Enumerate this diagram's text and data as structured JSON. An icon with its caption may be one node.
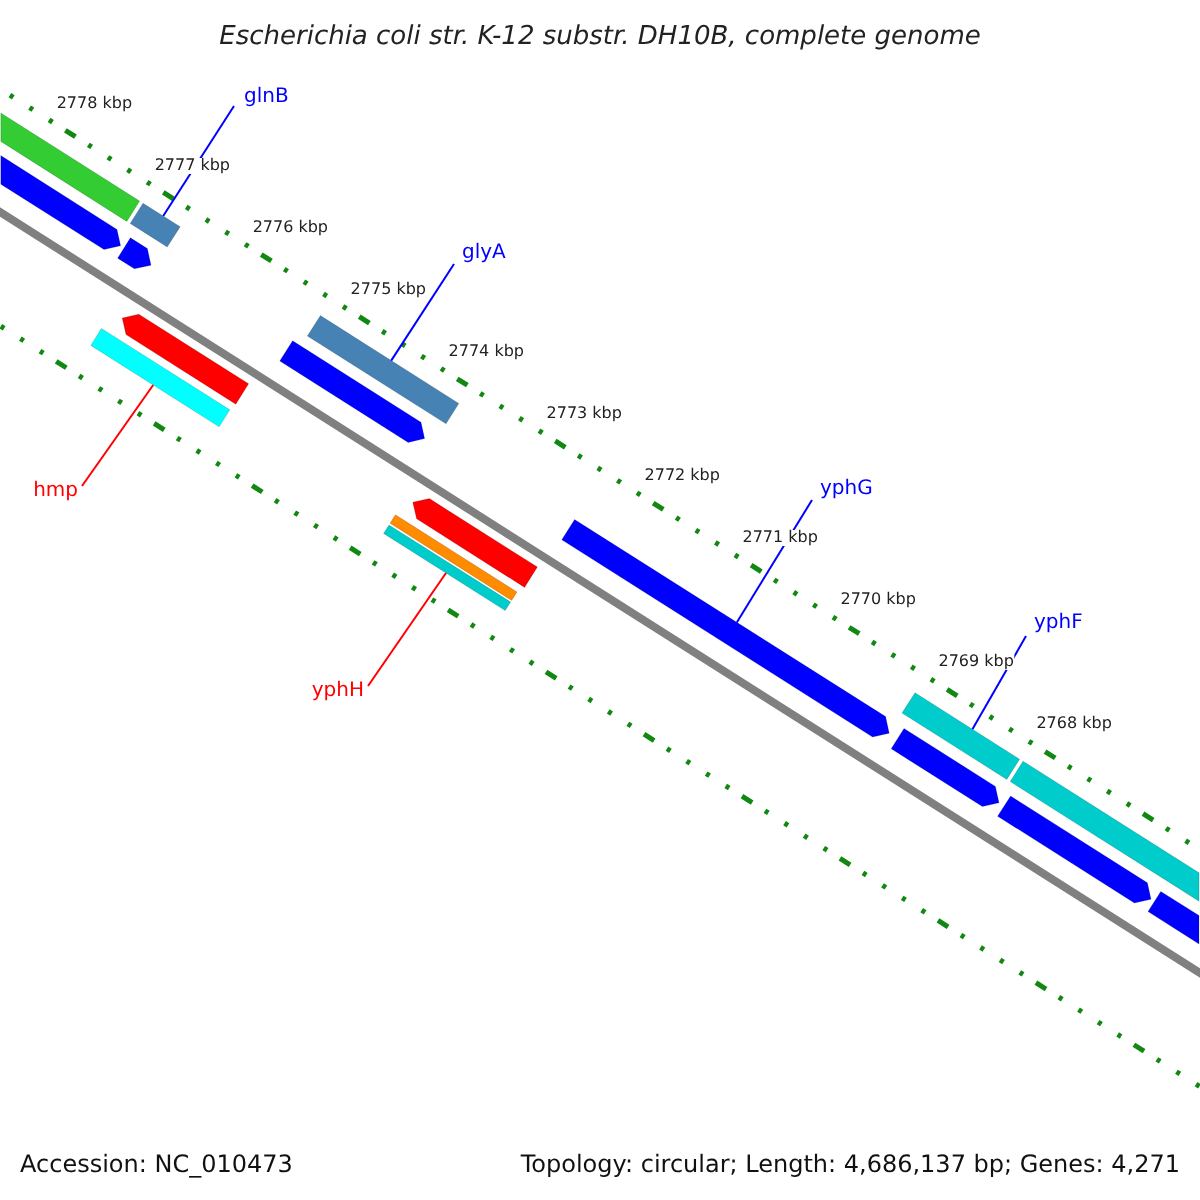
{
  "diagram": {
    "title": "Escherichia coli str. K-12 substr. DH10B, complete genome",
    "nodes": [
      {
        "text": [
          "glnB"
        ]
      },
      {
        "text": [],
        "shape": "bar"
      },
      {
        "text": [
          "glyA"
        ]
      },
      {
        "text": [],
        "shape": "bar"
      },
      {
        "text": [
          "hmp"
        ]
      },
      {
        "text": [],
        "shape": "bar"
      },
      {
        "text": [
          "yphG"
        ]
      },
      {
        "text": [],
        "shape": "bar"
      },
      {
        "text": [
          "yphH"
        ]
      },
      {
        "text": [],
        "shape": "bar"
      },
      {
        "text": [
          "yphF"
        ]
      },
      {
        "text": [],
        "shape": "bar"
      },
      {
        "text": [],
        "shape": "bar"
      },
      {
        "text": [],
        "shape": "bar"
      },
      {
        "text": [],
        "shape": "bar"
      },
      {
        "text": [],
        "shape": "bar"
      },
      {
        "text": [],
        "shape": "bar"
      },
      {
        "text": [],
        "shape": "bar"
      },
      {
        "text": [],
        "shape": "bar"
      },
      {
        "text": [],
        "shape": "bar"
      },
      {
        "text": [],
        "shape": "bar"
      },
      {
        "text": [],
        "shape": "bar"
      },
      {
        "text": [],
        "shape": "bar"
      }
    ],
    "edges": [
      {
        "from": 0,
        "to": 1,
        "arrow": "none"
      },
      {
        "from": 2,
        "to": 3,
        "arrow": "none"
      },
      {
        "from": 4,
        "to": 5,
        "arrow": "none",
        "color": "#ff0000"
      },
      {
        "from": 6,
        "to": 7,
        "arrow": "none"
      },
      {
        "from": 8,
        "to": 9,
        "arrow": "none",
        "color": "#ff0000"
      },
      {
        "from": 10,
        "to": 11,
        "arrow": "none"
      }
    ],
    "labels": [
      "2778 kbp",
      "2777 kbp",
      "2776 kbp",
      "2775 kbp",
      "2774 kbp",
      "2773 kbp",
      "2772 kbp",
      "2771 kbp",
      "2770 kbp",
      "2769 kbp",
      "2768 kbp",
      "Accession: NC_010473",
      "Topology: circular; Length: 4,686,137 bp; Genes: 4,271"
    ]
  }
}
